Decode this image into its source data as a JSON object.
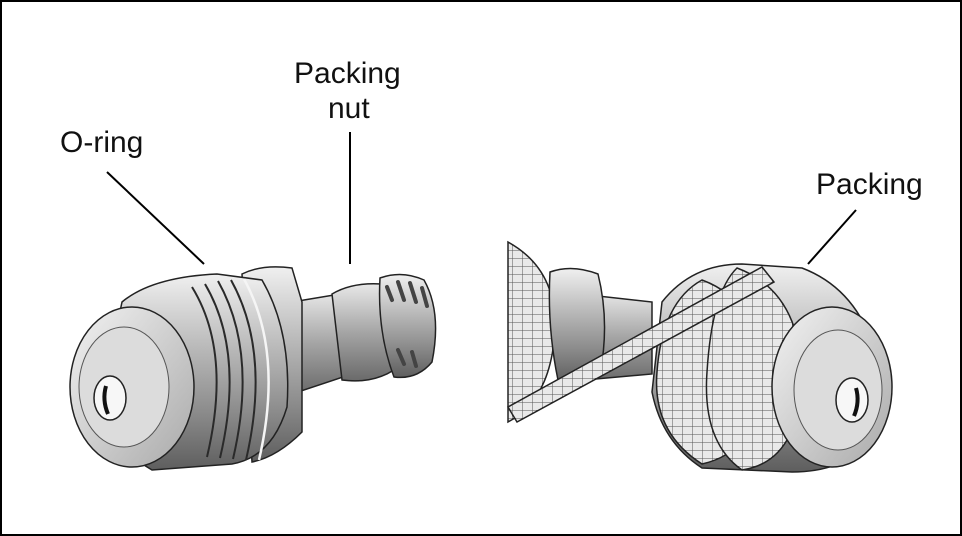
{
  "labels": {
    "o_ring": "O-ring",
    "packing_nut_line1": "Packing",
    "packing_nut_line2": "nut",
    "packing": "Packing"
  },
  "colors": {
    "border": "#000000",
    "metal_light": "#e6e6e6",
    "metal_mid": "#b5b5b5",
    "metal_dark": "#6e6e6e",
    "leader": "#000000"
  }
}
